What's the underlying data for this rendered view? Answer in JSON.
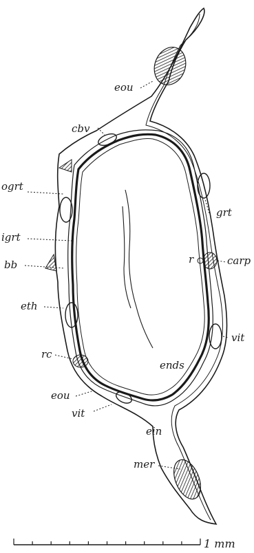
{
  "labels": {
    "eou_top": "eou",
    "cbv": "cbv",
    "ogrt": "ogrt",
    "igrt": "igrt",
    "bb": "bb",
    "eth": "eth",
    "rc": "rc",
    "eou_bottom": "eou",
    "vit_bottom": "vit",
    "ein": "ein",
    "mer": "mer",
    "grt": "grt",
    "r": "r",
    "carp": "carp",
    "vit_right": "vit",
    "ends": "ends"
  },
  "scale_bar": {
    "label": "1 mm",
    "divisions": 10
  }
}
